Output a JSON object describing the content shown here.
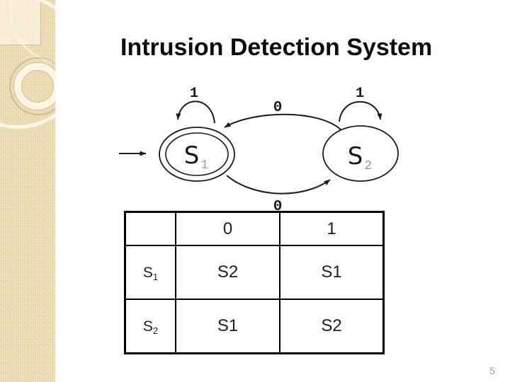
{
  "slide": {
    "title": "Intrusion Detection System",
    "page_number": "5"
  },
  "colors": {
    "sidebar_tan": "#e9d6a7",
    "sidebar_circle_cream": "#fdf8e7",
    "title_text": "#0c0c0c",
    "diagram_stroke": "#1a1a1a",
    "state_subscript_gray": "#9b9b9b",
    "page_number_gray": "#9e988a",
    "table_border": "#000000"
  },
  "diagram": {
    "type": "finite-state-machine",
    "s1": {
      "base": "S",
      "sub": "1",
      "accepting": true
    },
    "s2": {
      "base": "S",
      "sub": "2",
      "accepting": false
    },
    "s1_loop_label": "1",
    "s2_loop_label": "1",
    "top_transition_label": "0",
    "bottom_transition_label": "0",
    "transitions": [
      {
        "from": "S1",
        "to": "S1",
        "on": "1"
      },
      {
        "from": "S2",
        "to": "S2",
        "on": "1"
      },
      {
        "from": "S2",
        "to": "S1",
        "on": "0"
      },
      {
        "from": "S1",
        "to": "S2",
        "on": "0"
      }
    ],
    "initial_state": "S1"
  },
  "table": {
    "headers": [
      "",
      "0",
      "1"
    ],
    "rows": [
      {
        "state_base": "S",
        "state_sub": "1",
        "cells": [
          "S2",
          "S1"
        ]
      },
      {
        "state_base": "S",
        "state_sub": "2",
        "cells": [
          "S1",
          "S2"
        ]
      }
    ]
  }
}
